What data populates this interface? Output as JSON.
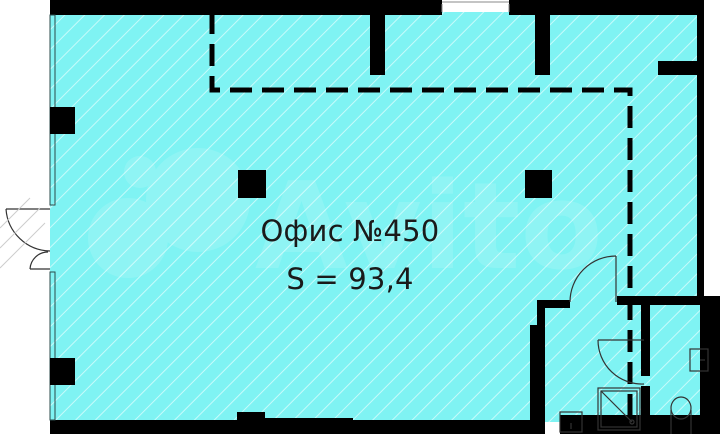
{
  "room": {
    "name": "Офис №450",
    "area_label": "S = 93,4"
  },
  "colors": {
    "floor_fill": "#7ff3f3",
    "hatch": "#c6fbfb",
    "wall": "#000000",
    "outline": "#2b4a4a",
    "background": "#ffffff",
    "bottom_strip": "#f0d9c4"
  },
  "elements": {
    "columns": 6,
    "entrance_doors": 1,
    "bathroom_fixtures": [
      "shower",
      "sink",
      "sink",
      "toilet"
    ]
  },
  "watermark": "Avito"
}
